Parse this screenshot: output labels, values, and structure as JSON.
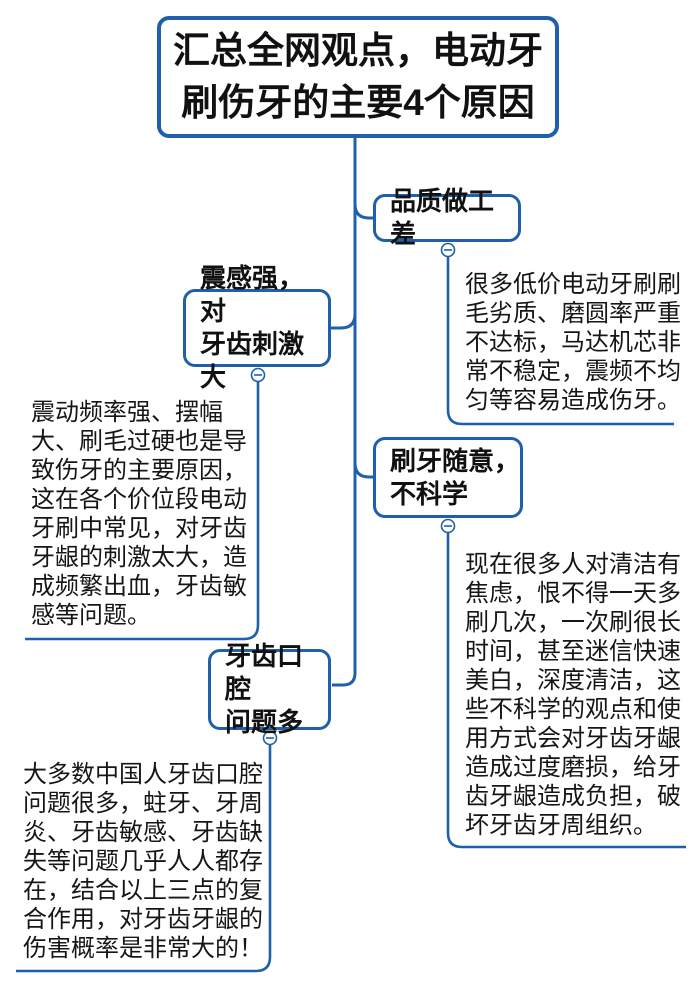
{
  "title": {
    "lines": [
      "汇总全网观点，电动牙",
      "刷伤牙的主要4个原因"
    ]
  },
  "nodes": [
    {
      "id": "quality",
      "side": "right",
      "label_lines": [
        "品质做工差"
      ],
      "note_lines": [
        "很多低价电动牙刷刷",
        "毛劣质、磨圆率严重",
        "不达标，马达机芯非",
        "常不稳定，震频不均",
        "匀等容易造成伤牙。"
      ]
    },
    {
      "id": "vibration",
      "side": "left",
      "label_lines": [
        "震感强，对",
        "牙齿刺激大"
      ],
      "note_lines": [
        "震动频率强、摆幅",
        "大、刷毛过硬也是导",
        "致伤牙的主要原因，",
        "这在各个价位段电动",
        "牙刷中常见，对牙齿",
        "牙龈的刺激太大，造",
        "成频繁出血，牙齿敏",
        "感等问题。"
      ]
    },
    {
      "id": "habits",
      "side": "right",
      "label_lines": [
        "刷牙随意，",
        "不科学"
      ],
      "note_lines": [
        "现在很多人对清洁有",
        "焦虑，恨不得一天多",
        "刷几次，一次刷很长",
        "时间，甚至迷信快速",
        "美白，深度清洁，这",
        "些不科学的观点和使",
        "用方式会对牙齿牙龈",
        "造成过度磨损，给牙",
        "齿牙龈造成负担，破",
        "坏牙齿牙周组织。"
      ]
    },
    {
      "id": "oral",
      "side": "left",
      "label_lines": [
        "牙齿口腔",
        "问题多"
      ],
      "note_lines": [
        "大多数中国人牙齿口腔",
        "问题很多，蛀牙、牙周",
        "炎、牙齿敏感、牙齿缺",
        "失等问题几乎人人都存",
        "在，结合以上三点的复",
        "合作用，对牙齿牙龈的",
        "伤害概率是非常大的！"
      ]
    }
  ],
  "icons": {
    "collapse": "minus-circle"
  },
  "colors": {
    "line_blue": "#1F5FAC",
    "text_black": "#111111",
    "background": "#FFFFFF"
  }
}
